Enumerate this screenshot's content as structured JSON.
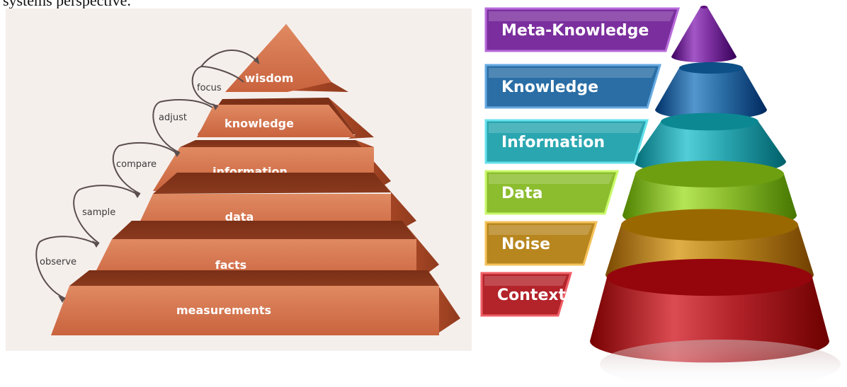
{
  "header_text": "systems perspective.",
  "left_pyramid": {
    "tiers": [
      "wisdom",
      "knowledge",
      "information",
      "data",
      "facts",
      "measurements"
    ],
    "steps": [
      "focus",
      "adjust",
      "compare",
      "sample",
      "observe"
    ]
  },
  "right_pyramid": {
    "tiers": [
      {
        "label": "Meta-Knowledge",
        "color": "#7b2f9e"
      },
      {
        "label": "Knowledge",
        "color": "#2a6ea5"
      },
      {
        "label": "Information",
        "color": "#2aa6b0"
      },
      {
        "label": "Data",
        "color": "#8cbd2e"
      },
      {
        "label": "Noise",
        "color": "#b8861e"
      },
      {
        "label": "Context",
        "color": "#b3232a"
      }
    ]
  }
}
